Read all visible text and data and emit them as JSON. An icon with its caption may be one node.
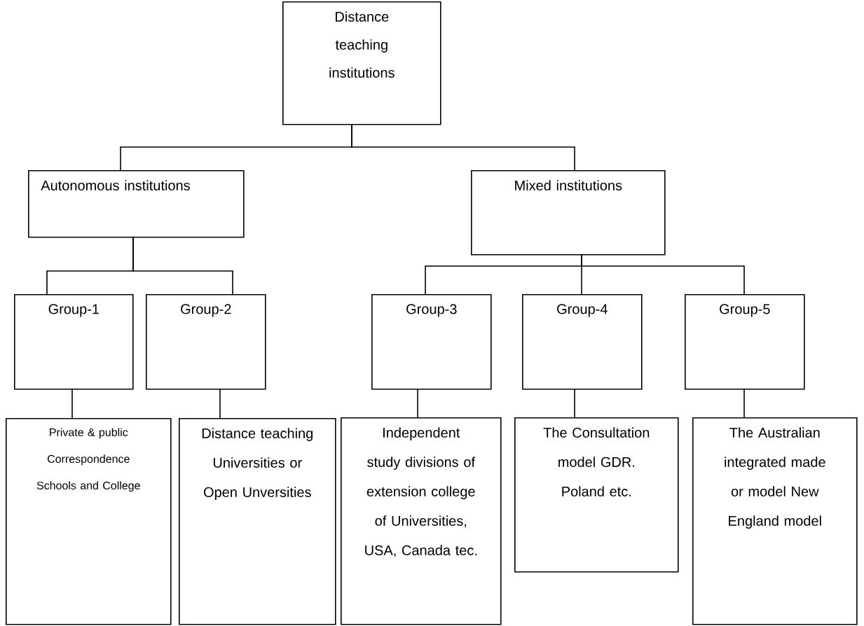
{
  "diagram": {
    "nodes": [
      {
        "text": [
          "Distance teaching institutions"
        ]
      },
      {
        "text": [
          "Autonomous institutions"
        ]
      },
      {
        "text": [
          "Mixed institutions"
        ]
      },
      {
        "text": [
          "Group-1"
        ]
      },
      {
        "text": [
          "Group-2"
        ]
      },
      {
        "text": [
          "Group-3"
        ]
      },
      {
        "text": [
          "Group-4"
        ]
      },
      {
        "text": [
          "Group-5"
        ]
      },
      {
        "text": [
          "Private & public Correspondence Schools and College"
        ]
      },
      {
        "text": [
          "Distance teaching Universities or Open Unversities"
        ]
      },
      {
        "text": [
          "Independent study divisions of extension college of Universities, USA, Canada tec."
        ]
      },
      {
        "text": [
          "The Consultation model GDR. Poland etc."
        ]
      },
      {
        "text": [
          "The Australian integrated made or model New England model"
        ]
      }
    ],
    "edges": [
      {
        "from": 0,
        "to": 1,
        "arrow": "none"
      },
      {
        "from": 0,
        "to": 2,
        "arrow": "none"
      },
      {
        "from": 1,
        "to": 3,
        "arrow": "none"
      },
      {
        "from": 1,
        "to": 4,
        "arrow": "none"
      },
      {
        "from": 2,
        "to": 5,
        "arrow": "none"
      },
      {
        "from": 2,
        "to": 6,
        "arrow": "none"
      },
      {
        "from": 2,
        "to": 7,
        "arrow": "none"
      },
      {
        "from": 3,
        "to": 8,
        "arrow": "none"
      },
      {
        "from": 4,
        "to": 9,
        "arrow": "none"
      },
      {
        "from": 5,
        "to": 10,
        "arrow": "none"
      },
      {
        "from": 6,
        "to": 11,
        "arrow": "none"
      },
      {
        "from": 7,
        "to": 12,
        "arrow": "none"
      }
    ]
  }
}
